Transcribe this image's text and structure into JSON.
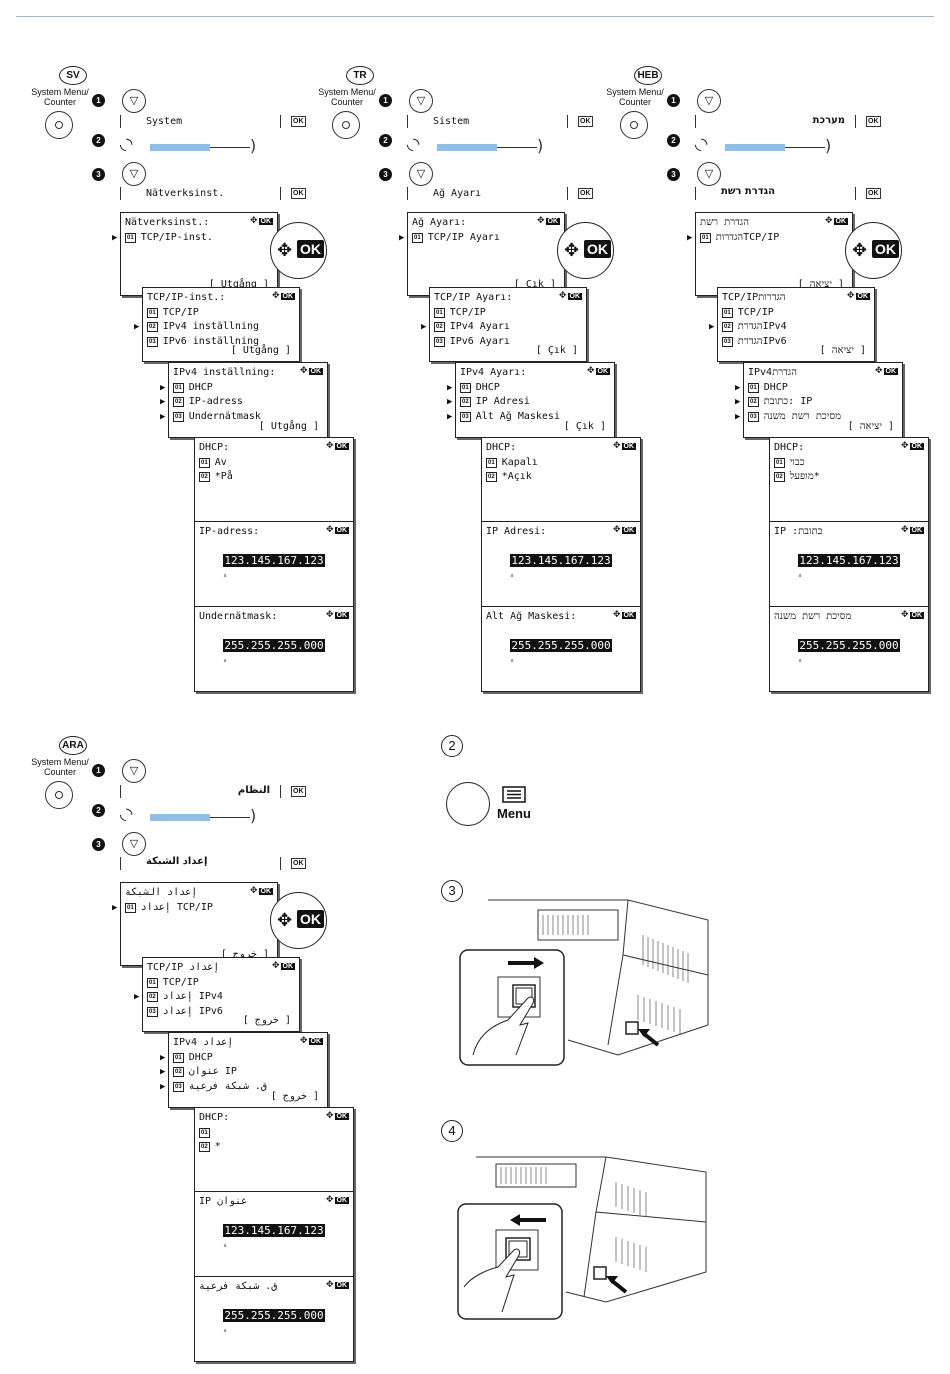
{
  "label_system_menu": "System Menu/\nCounter",
  "step_numbers": [
    "1",
    "2",
    "3"
  ],
  "ok_label": "OK",
  "languages": [
    {
      "code": "SV",
      "system": "System",
      "network": "Nätverksinst.",
      "s1": {
        "title": "Nätverksinst.:",
        "items": [
          "TCP/IP-inst."
        ],
        "foot": "[ Utgång ]"
      },
      "s2": {
        "title": "TCP/IP-inst.:",
        "items": [
          "TCP/IP",
          "IPv4 inställning",
          "IPv6 inställning"
        ],
        "foot": "[ Utgång ]"
      },
      "s3": {
        "title": "IPv4 inställning:",
        "items": [
          "DHCP",
          "IP-adress",
          "Undernätmask"
        ],
        "foot": "[ Utgång ]"
      },
      "s4": {
        "title": "DHCP:",
        "items": [
          "Av",
          "*På"
        ]
      },
      "s5": {
        "title": "IP-adress:",
        "value": "123.145.167.123"
      },
      "s6": {
        "title": "Undernätmask:",
        "value": "255.255.255.000"
      }
    },
    {
      "code": "TR",
      "system": "Sistem",
      "network": "Ağ Ayarı",
      "s1": {
        "title": "Ağ Ayarı:",
        "items": [
          "TCP/IP Ayarı"
        ],
        "foot": "[ Çık ]"
      },
      "s2": {
        "title": "TCP/IP Ayarı:",
        "items": [
          "TCP/IP",
          "IPv4 Ayarı",
          "IPv6 Ayarı"
        ],
        "foot": "[ Çık ]"
      },
      "s3": {
        "title": "IPv4 Ayarı:",
        "items": [
          "DHCP",
          "IP Adresi",
          "Alt Ağ Maskesi"
        ],
        "foot": "[ Çık ]"
      },
      "s4": {
        "title": "DHCP:",
        "items": [
          "Kapalı",
          "*Açık"
        ]
      },
      "s5": {
        "title": "IP Adresi:",
        "value": "123.145.167.123"
      },
      "s6": {
        "title": "Alt Ağ Maskesi:",
        "value": "255.255.255.000"
      }
    },
    {
      "code": "HEB",
      "system": "מערכת",
      "network": "הגדרת רשת",
      "s1": {
        "title": "הגדרת רשת",
        "items": [
          "הגדרותTCP/IP"
        ],
        "foot": "[ יציאה ]"
      },
      "s2": {
        "title": "הגדרותTCP/IP",
        "items": [
          "TCP/IP",
          "הגדרתIPv4",
          "הגדרתIPv6"
        ],
        "foot": "[ יציאה ]"
      },
      "s3": {
        "title": "הגדרתIPv4",
        "items": [
          "DHCP",
          "כתובת: IP",
          "מסיכת רשת משנה"
        ],
        "foot": "[ יציאה ]"
      },
      "s4": {
        "title": "DHCP:",
        "items": [
          "כבוי",
          "מופעל*"
        ]
      },
      "s5": {
        "title": "כתובת: IP",
        "value": "123.145.167.123"
      },
      "s6": {
        "title": "מסיכת רשת משנה",
        "value": "255.255.255.000"
      }
    },
    {
      "code": "ARA",
      "system": "النظام",
      "network": "إعداد الشبكة",
      "s1": {
        "title": "إعداد الشبكة",
        "items": [
          "إعداد TCP/IP"
        ],
        "foot": "[ خروج ]"
      },
      "s2": {
        "title": "إعداد TCP/IP",
        "items": [
          "TCP/IP",
          "إعداد IPv4",
          "إعداد IPv6"
        ],
        "foot": "[ خروج ]"
      },
      "s3": {
        "title": "إعداد IPv4",
        "items": [
          "DHCP",
          "عنوان IP",
          "ق. شبكة فرعية"
        ],
        "foot": "[ خروج ]"
      },
      "s4": {
        "title": "DHCP:",
        "items": [
          "",
          "*"
        ]
      },
      "s5": {
        "title": "عنوان IP",
        "value": "123.145.167.123"
      },
      "s6": {
        "title": "ق. شبكة فرعية",
        "value": "255.255.255.000"
      }
    }
  ],
  "steps": {
    "two": "2",
    "menu": "Menu",
    "three": "3",
    "four": "4"
  }
}
